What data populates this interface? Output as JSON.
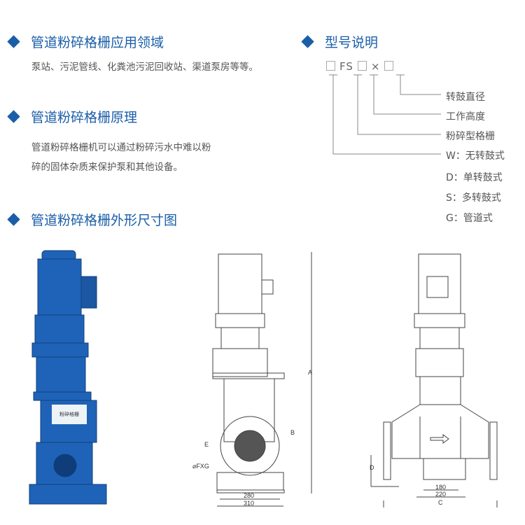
{
  "sections": [
    {
      "title": "管道粉碎格栅应用领域",
      "body": "泵站、污泥管线、化粪池污泥回收站、渠道泵房等等。"
    },
    {
      "title": "管道粉碎格栅原理",
      "body_lines": [
        "管道粉碎格栅机可以通过粉碎污水中难以粉",
        "碎的固体杂质来保护泵和其他设备。"
      ]
    },
    {
      "title": "管道粉碎格栅外形尺寸图"
    }
  ],
  "model": {
    "title": "型号说明",
    "code_fs": "FS",
    "code_x": "×",
    "labels": [
      "转鼓直径",
      "工作高度",
      "粉碎型格栅",
      "W：无转鼓式",
      "D：单转鼓式",
      "S：多转鼓式",
      "G：管道式"
    ]
  },
  "drawing_front": {
    "labels": {
      "a": "A",
      "b": "B",
      "e": "E",
      "fxg": "⌀FXG",
      "w1": "280",
      "w2": "310"
    }
  },
  "drawing_side": {
    "labels": {
      "d": "D",
      "w1": "180",
      "w2": "220",
      "c": "C"
    }
  },
  "photo": {
    "plate_text": "粉碎格栅"
  },
  "colors": {
    "accent": "#1b5ea8",
    "pump_blue": "#1f63b8"
  }
}
